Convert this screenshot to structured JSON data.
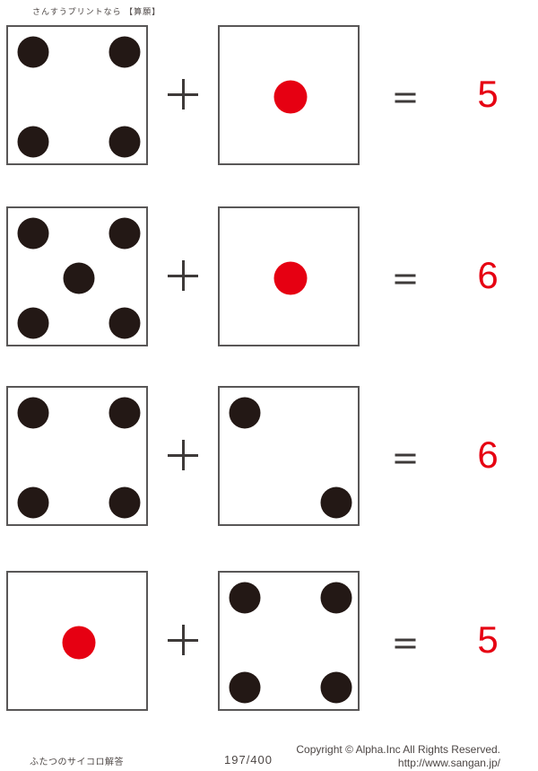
{
  "header": {
    "title": "さんすうプリントなら 【算願】"
  },
  "problems": [
    {
      "left_die": {
        "pips": 4,
        "pip_color": "black",
        "layout": [
          "tl",
          "tr",
          "bl",
          "br"
        ]
      },
      "operator": "+",
      "right_die": {
        "pips": 1,
        "pip_color": "red",
        "layout": [
          "c"
        ]
      },
      "equals_sign": "=",
      "answer": "5"
    },
    {
      "left_die": {
        "pips": 5,
        "pip_color": "black",
        "layout": [
          "tl",
          "tr",
          "c",
          "bl",
          "br"
        ]
      },
      "operator": "+",
      "right_die": {
        "pips": 1,
        "pip_color": "red",
        "layout": [
          "c"
        ]
      },
      "equals_sign": "=",
      "answer": "6"
    },
    {
      "left_die": {
        "pips": 4,
        "pip_color": "black",
        "layout": [
          "tl",
          "tr",
          "bl",
          "br"
        ]
      },
      "operator": "+",
      "right_die": {
        "pips": 2,
        "pip_color": "black",
        "layout": [
          "tl",
          "br"
        ]
      },
      "equals_sign": "=",
      "answer": "6"
    },
    {
      "left_die": {
        "pips": 1,
        "pip_color": "red",
        "layout": [
          "c"
        ]
      },
      "operator": "+",
      "right_die": {
        "pips": 4,
        "pip_color": "black",
        "layout": [
          "tl",
          "tr",
          "bl",
          "br"
        ]
      },
      "equals_sign": "=",
      "answer": "5"
    }
  ],
  "footer": {
    "title": "ふたつのサイコロ解答",
    "page_number": "197/400",
    "copyright": "Copyright ©  Alpha.Inc All Rights Reserved.",
    "url": "http://www.sangan.jp/"
  },
  "colors": {
    "pip_black": "#231815",
    "pip_red": "#e60012",
    "answer_red": "#e60012",
    "die_border": "#595757",
    "operator": "#3e3a39",
    "text": "#4c4644"
  }
}
